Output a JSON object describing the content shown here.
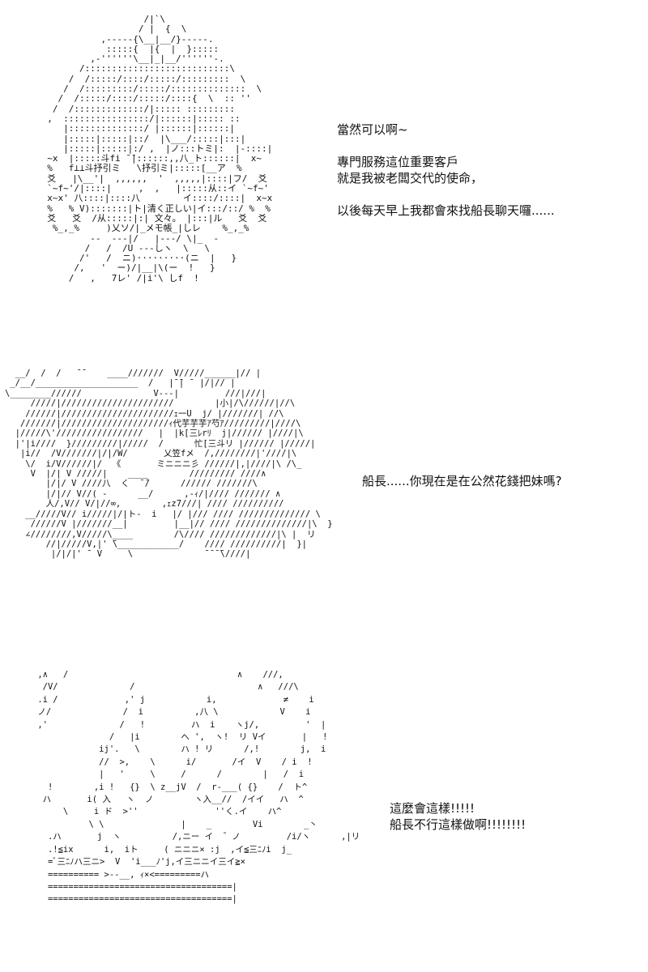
{
  "panels": [
    {
      "art": [
        "                    /|`\\",
        "                   / |  {  \\",
        "            ,-----{\\__|__/}-----.",
        "             :::::{  |{  |  }:::::",
        "          ,-''''''\\__|_|__/''''''-.",
        "        /:::::::::::::::::::::::::::\\",
        "      /  /:::::/::::/:::::/:::::::::  \\",
        "     /  /:::::::::/:::::/::::::::::::::  \\",
        "    /  /:::::/::::/:::::/::::{  \\  :: ''",
        "   /  /:::::::::::::/|::::: :::::::::",
        "  ,  ::::::::::::::::/|::::::|::::: ::",
        "     |::::::::::::::/ |::::::|::::::|",
        "     |:::::|:::::|::/  |\\___/:::::|:::|",
        "     |:::::|:::::|:/ ,  |ノ:::トミ|:  |-::::|",
        "  ~x  |:::::斗fi ̄ ̄|::::::,,八_ト::::::|  x~",
        "  %   f⊥⊥斗抒引ミ   \\抒引ミ|:::::[__ア  %",
        "  爻   |\\__'|  ,,,,,,  '  ,,,,,|::::|フ/  爻",
        "  `~f~'/|::::|     ,  ,   |:::::从::イ `~f~'",
        "  x~x' 八::::|::::八        イ::::/::::|  x~x",
        "  %   % V):::::::|ト|清く正しい|イ:::/::/ %  %",
        "  爻   爻  /从:::::|:| 文々。 |:::|ル   爻  爻",
        "   %_,_%     )乂ソ/|_メモ帳_|しレ    %_,_%",
        "          --  ---|/   |---/ \\|_  -",
        "         /   /  /U ---しヽ  \\   \\",
        "        /'   /  ニ)·········(ニ  |   }",
        "       /,   '  ー)/|__|\\(ー  !   }",
        "      /   ,   7レ' /|i'\\ しf  !"
      ],
      "dialogue": [
        "當然可以啊~",
        "",
        "專門服務這位重要客戶",
        "就是我被老闆交代的使命，",
        "",
        "以後每天早上我都會來找船長聊天囉......"
      ]
    },
    {
      "art": [
        "  __/  /  /   ̄ ̄     ____///////  V/////______|// |",
        " _/__/____________________  /   |̄ ̄| ̄  |/|// |",
        "\\________//////              V---|         ///|///|",
        "     /////|//////////////////////        |小|/\\//////|//\\",
        "    //////|//////////////////////ｪ一U  j/ |///////| //\\",
        "   ///////|/////////////////////ｨ代芋芋芋ｱ芍ｱ/////////|////\\",
        "  |/////\\'/////////////////   |  |k[三ﾚrﾘ  j|////// |////|\\",
        "  |'|i////  }/////////|/////  /      忙[三斗リ |////// |/////|",
        "   |i//  /V///////|/|/W/       乂笠fメ  /,////////|'////|\\",
        "    \\/  i/V//////|/  《       ミニニニ彡 //////|,|////|\\ /\\_",
        "     V  |/| V /////|    ____        ///////// ////∧",
        "        |/|/ V ////八  く  ̄ ̄/      ////// ///////\\",
        "        |/|// V//( -      __/      ,-ｨ/|//// /////// ∧",
        "        人/,V// V/|//∞,        ,ｪz7///| //// //////////",
        "    __/////V// i/////|/|ト-  i   |/ |/// //// ////////////// \\",
        "     //////V |///////__|         |__|// //// //////////////|\\  }",
        "    ∠////////,V/////\\____        /\\//// /////////////|\\ |  リ",
        "        //|/////V,|' ̄\\____________/    //// //////////|  }|",
        "         |/|/|' ̄  V     \\              ̄ ̄ ̄ ̄\\////|"
      ],
      "dialogue": [
        "船長......你現在是在公然花錢把妹嗎?"
      ]
    },
    {
      "art": [
        " ,∧   /                                 ∧    ///,",
        "  /V/              /                        ∧   ///\\",
        " .i /             ,' j            i,             ≠    i",
        " ノ/              /  i          ,八 \\            V    i",
        " ,'              /   !         ハ  i    ヽj/,         '  |",
        "               /   |i        へ ',  ヽ!  リ Vイ       |   !",
        "             ij'.   \\        ハ ! リ      /,!        j,  i",
        "             //  >,    \\      i/       /イ  V    / i  !",
        "             |   '     \\     /      /        |   /  i",
        "   !        ,i !   {}  \\ z__jV  /  r-___( {}    /  ト^",
        "  ハ       i( 入   ヽ  ノ        ヽ入__//  /イイ   ハ  ^",
        "      \\     i ド  >''               ''く.イ    ハ^",
        "           \\ \\               |    _        Vi        _丶",
        "   .ハ       j  ヽ          /,ニー イ  ゛ノ         /i/ヽ      ,|リ",
        "   .!≦ix      i,  iト     ( ニニニ× :j  ,イ≦三ﾆﾉi  j_",
        "   =ﾞ三ﾆﾉハ三ニ>  V  'i___ﾉ'j,イ三ニニイ三イ≧×",
        "   ========== >--__, ｨ×<=========ハ",
        "   ====================================|",
        "   ====================================|"
      ],
      "dialogue": [
        "這麼會這樣!!!!!",
        "船長不行這樣做啊!!!!!!!!"
      ]
    }
  ]
}
